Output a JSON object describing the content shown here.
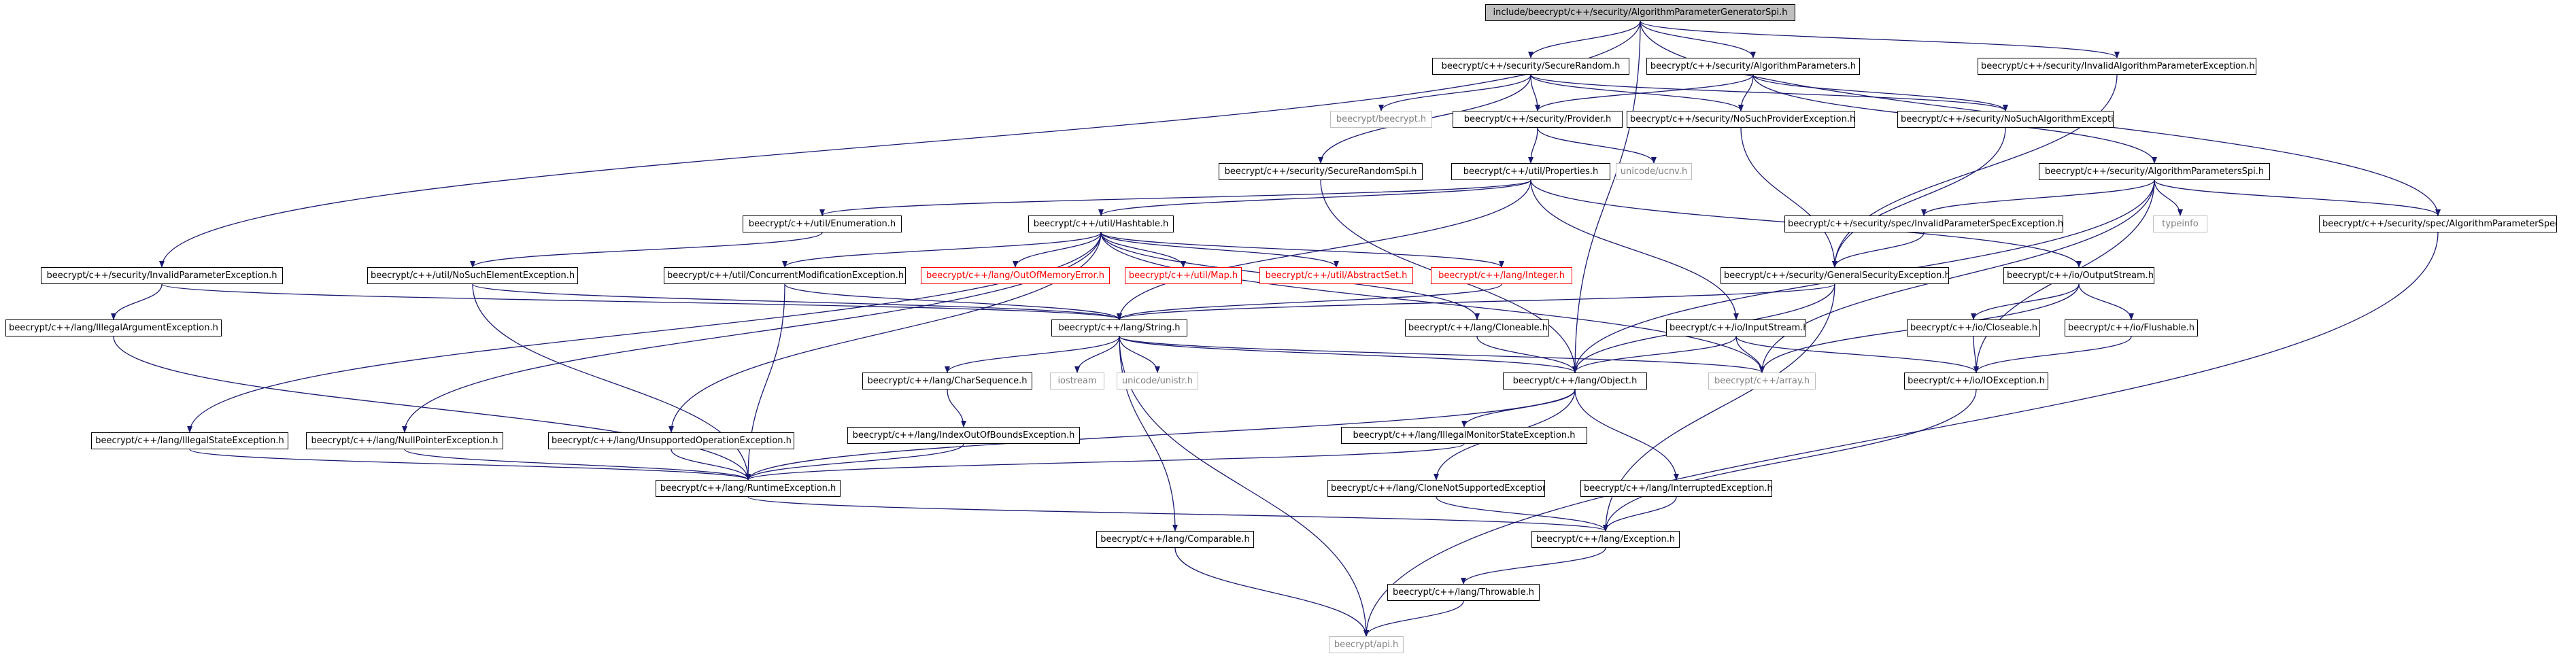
{
  "diagram": {
    "edge_color": "#191970",
    "nodes": [
      {
        "id": "root",
        "label": "include/beecrypt/c++/security/AlgorithmParameterGeneratorSpi.h",
        "style": "root"
      },
      {
        "id": "sr",
        "label": "beecrypt/c++/security/SecureRandom.h",
        "style": "normal"
      },
      {
        "id": "ap",
        "label": "beecrypt/c++/security/AlgorithmParameters.h",
        "style": "normal"
      },
      {
        "id": "iape",
        "label": "beecrypt/c++/security/InvalidAlgorithmParameterException.h",
        "style": "normal"
      },
      {
        "id": "ipe",
        "label": "beecrypt/c++/security/InvalidParameterException.h",
        "style": "normal"
      },
      {
        "id": "bh",
        "label": "beecrypt/beecrypt.h",
        "style": "grey"
      },
      {
        "id": "prov",
        "label": "beecrypt/c++/security/Provider.h",
        "style": "normal"
      },
      {
        "id": "nspe",
        "label": "beecrypt/c++/security/NoSuchProviderException.h",
        "style": "normal"
      },
      {
        "id": "nsae",
        "label": "beecrypt/c++/security/NoSuchAlgorithmException.h",
        "style": "normal"
      },
      {
        "id": "srs",
        "label": "beecrypt/c++/security/SecureRandomSpi.h",
        "style": "normal"
      },
      {
        "id": "ucnv",
        "label": "unicode/ucnv.h",
        "style": "grey"
      },
      {
        "id": "props",
        "label": "beecrypt/c++/util/Properties.h",
        "style": "normal"
      },
      {
        "id": "aps",
        "label": "beecrypt/c++/security/AlgorithmParametersSpi.h",
        "style": "normal"
      },
      {
        "id": "enum",
        "label": "beecrypt/c++/util/Enumeration.h",
        "style": "normal"
      },
      {
        "id": "ht",
        "label": "beecrypt/c++/util/Hashtable.h",
        "style": "normal"
      },
      {
        "id": "ipse",
        "label": "beecrypt/c++/security/spec/InvalidParameterSpecException.h",
        "style": "normal"
      },
      {
        "id": "typeinfo",
        "label": "typeinfo",
        "style": "grey"
      },
      {
        "id": "aps2",
        "label": "beecrypt/c++/security/spec/AlgorithmParameterSpec.h",
        "style": "normal"
      },
      {
        "id": "iae",
        "label": "beecrypt/c++/lang/IllegalArgumentException.h",
        "style": "normal"
      },
      {
        "id": "nsee",
        "label": "beecrypt/c++/util/NoSuchElementException.h",
        "style": "normal"
      },
      {
        "id": "cme",
        "label": "beecrypt/c++/util/ConcurrentModificationException.h",
        "style": "normal"
      },
      {
        "id": "oom",
        "label": "beecrypt/c++/lang/OutOfMemoryError.h",
        "style": "red"
      },
      {
        "id": "map",
        "label": "beecrypt/c++/util/Map.h",
        "style": "red"
      },
      {
        "id": "aset",
        "label": "beecrypt/c++/util/AbstractSet.h",
        "style": "red"
      },
      {
        "id": "integer",
        "label": "beecrypt/c++/lang/Integer.h",
        "style": "red"
      },
      {
        "id": "gse",
        "label": "beecrypt/c++/security/GeneralSecurityException.h",
        "style": "normal"
      },
      {
        "id": "os",
        "label": "beecrypt/c++/io/OutputStream.h",
        "style": "normal"
      },
      {
        "id": "str",
        "label": "beecrypt/c++/lang/String.h",
        "style": "normal"
      },
      {
        "id": "clon",
        "label": "beecrypt/c++/lang/Cloneable.h",
        "style": "normal"
      },
      {
        "id": "is",
        "label": "beecrypt/c++/io/InputStream.h",
        "style": "normal"
      },
      {
        "id": "closeable",
        "label": "beecrypt/c++/io/Closeable.h",
        "style": "normal"
      },
      {
        "id": "flush",
        "label": "beecrypt/c++/io/Flushable.h",
        "style": "normal"
      },
      {
        "id": "ise",
        "label": "beecrypt/c++/lang/IllegalStateException.h",
        "style": "normal"
      },
      {
        "id": "npe",
        "label": "beecrypt/c++/lang/NullPointerException.h",
        "style": "normal"
      },
      {
        "id": "uoe",
        "label": "beecrypt/c++/lang/UnsupportedOperationException.h",
        "style": "normal"
      },
      {
        "id": "cs",
        "label": "beecrypt/c++/lang/CharSequence.h",
        "style": "normal"
      },
      {
        "id": "iostream",
        "label": "iostream",
        "style": "grey"
      },
      {
        "id": "unistr",
        "label": "unicode/unistr.h",
        "style": "grey"
      },
      {
        "id": "obj",
        "label": "beecrypt/c++/lang/Object.h",
        "style": "normal"
      },
      {
        "id": "arr",
        "label": "beecrypt/c++/array.h",
        "style": "grey"
      },
      {
        "id": "ioe",
        "label": "beecrypt/c++/io/IOException.h",
        "style": "normal"
      },
      {
        "id": "ioobe",
        "label": "beecrypt/c++/lang/IndexOutOfBoundsException.h",
        "style": "normal"
      },
      {
        "id": "imse",
        "label": "beecrypt/c++/lang/IllegalMonitorStateException.h",
        "style": "normal"
      },
      {
        "id": "rte",
        "label": "beecrypt/c++/lang/RuntimeException.h",
        "style": "normal"
      },
      {
        "id": "cnse",
        "label": "beecrypt/c++/lang/CloneNotSupportedException.h",
        "style": "normal"
      },
      {
        "id": "ie",
        "label": "beecrypt/c++/lang/InterruptedException.h",
        "style": "normal"
      },
      {
        "id": "comp",
        "label": "beecrypt/c++/lang/Comparable.h",
        "style": "normal"
      },
      {
        "id": "exc",
        "label": "beecrypt/c++/lang/Exception.h",
        "style": "normal"
      },
      {
        "id": "thr",
        "label": "beecrypt/c++/lang/Throwable.h",
        "style": "normal"
      },
      {
        "id": "api",
        "label": "beecrypt/api.h",
        "style": "grey"
      }
    ],
    "edges": [
      [
        "root",
        "sr"
      ],
      [
        "root",
        "ap"
      ],
      [
        "root",
        "iape"
      ],
      [
        "root",
        "ipe"
      ],
      [
        "root",
        "aps2"
      ],
      [
        "root",
        "obj"
      ],
      [
        "sr",
        "bh"
      ],
      [
        "sr",
        "prov"
      ],
      [
        "sr",
        "srs"
      ],
      [
        "sr",
        "nspe"
      ],
      [
        "sr",
        "nsae"
      ],
      [
        "ap",
        "prov"
      ],
      [
        "ap",
        "nspe"
      ],
      [
        "ap",
        "nsae"
      ],
      [
        "ap",
        "aps"
      ],
      [
        "iape",
        "gse"
      ],
      [
        "prov",
        "ucnv"
      ],
      [
        "prov",
        "props"
      ],
      [
        "srs",
        "obj"
      ],
      [
        "props",
        "enum"
      ],
      [
        "props",
        "ht"
      ],
      [
        "props",
        "os"
      ],
      [
        "props",
        "is"
      ],
      [
        "props",
        "str"
      ],
      [
        "nspe",
        "gse"
      ],
      [
        "nsae",
        "gse"
      ],
      [
        "aps",
        "ipse"
      ],
      [
        "aps",
        "typeinfo"
      ],
      [
        "aps",
        "aps2"
      ],
      [
        "aps",
        "arr"
      ],
      [
        "aps",
        "ioe"
      ],
      [
        "aps",
        "obj"
      ],
      [
        "ipse",
        "gse"
      ],
      [
        "enum",
        "nsee"
      ],
      [
        "ht",
        "cme"
      ],
      [
        "ht",
        "oom"
      ],
      [
        "ht",
        "map"
      ],
      [
        "ht",
        "aset"
      ],
      [
        "ht",
        "integer"
      ],
      [
        "ht",
        "clon"
      ],
      [
        "ht",
        "ise"
      ],
      [
        "ht",
        "npe"
      ],
      [
        "ht",
        "uoe"
      ],
      [
        "ht",
        "arr"
      ],
      [
        "ipe",
        "iae"
      ],
      [
        "ipe",
        "str"
      ],
      [
        "iae",
        "rte"
      ],
      [
        "nsee",
        "rte"
      ],
      [
        "nsee",
        "str"
      ],
      [
        "cme",
        "rte"
      ],
      [
        "cme",
        "str"
      ],
      [
        "integer",
        "str"
      ],
      [
        "gse",
        "exc"
      ],
      [
        "gse",
        "str"
      ],
      [
        "gse",
        "obj"
      ],
      [
        "os",
        "closeable"
      ],
      [
        "os",
        "flush"
      ],
      [
        "os",
        "arr"
      ],
      [
        "is",
        "obj"
      ],
      [
        "is",
        "arr"
      ],
      [
        "is",
        "ioe"
      ],
      [
        "closeable",
        "ioe"
      ],
      [
        "flush",
        "ioe"
      ],
      [
        "str",
        "cs"
      ],
      [
        "str",
        "iostream"
      ],
      [
        "str",
        "unistr"
      ],
      [
        "str",
        "obj"
      ],
      [
        "str",
        "comp"
      ],
      [
        "str",
        "arr"
      ],
      [
        "str",
        "api"
      ],
      [
        "clon",
        "obj"
      ],
      [
        "ise",
        "rte"
      ],
      [
        "npe",
        "rte"
      ],
      [
        "uoe",
        "rte"
      ],
      [
        "cs",
        "ioobe"
      ],
      [
        "ioobe",
        "rte"
      ],
      [
        "obj",
        "imse"
      ],
      [
        "obj",
        "cnse"
      ],
      [
        "obj",
        "ie"
      ],
      [
        "obj",
        "rte"
      ],
      [
        "imse",
        "rte"
      ],
      [
        "rte",
        "exc"
      ],
      [
        "cnse",
        "exc"
      ],
      [
        "ie",
        "exc"
      ],
      [
        "ioe",
        "exc"
      ],
      [
        "comp",
        "api"
      ],
      [
        "exc",
        "thr"
      ],
      [
        "thr",
        "api"
      ],
      [
        "aps2",
        "api"
      ]
    ]
  }
}
